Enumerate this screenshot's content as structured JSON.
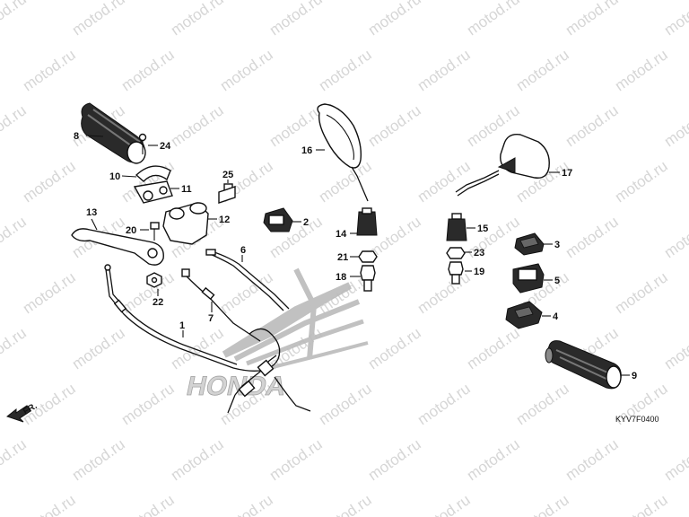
{
  "watermark": {
    "text": "motod.ru",
    "color": "#d6d6d6"
  },
  "brand_logo": {
    "text": "HONDA"
  },
  "direction_marker": {
    "label": "FR."
  },
  "reference_code": "KYV7F0400",
  "callouts": [
    {
      "id": "1",
      "text": "1"
    },
    {
      "id": "2",
      "text": "2"
    },
    {
      "id": "3",
      "text": "3"
    },
    {
      "id": "4",
      "text": "4"
    },
    {
      "id": "5",
      "text": "5"
    },
    {
      "id": "6",
      "text": "6"
    },
    {
      "id": "7",
      "text": "7"
    },
    {
      "id": "8",
      "text": "8"
    },
    {
      "id": "9",
      "text": "9"
    },
    {
      "id": "10",
      "text": "10"
    },
    {
      "id": "11",
      "text": "11"
    },
    {
      "id": "12",
      "text": "12"
    },
    {
      "id": "13",
      "text": "13"
    },
    {
      "id": "14",
      "text": "14"
    },
    {
      "id": "15",
      "text": "15"
    },
    {
      "id": "16",
      "text": "16"
    },
    {
      "id": "17",
      "text": "17"
    },
    {
      "id": "18",
      "text": "18"
    },
    {
      "id": "19",
      "text": "19"
    },
    {
      "id": "20",
      "text": "20"
    },
    {
      "id": "21",
      "text": "21"
    },
    {
      "id": "22",
      "text": "22"
    },
    {
      "id": "23",
      "text": "23"
    },
    {
      "id": "24",
      "text": "24"
    },
    {
      "id": "25",
      "text": "25"
    }
  ]
}
